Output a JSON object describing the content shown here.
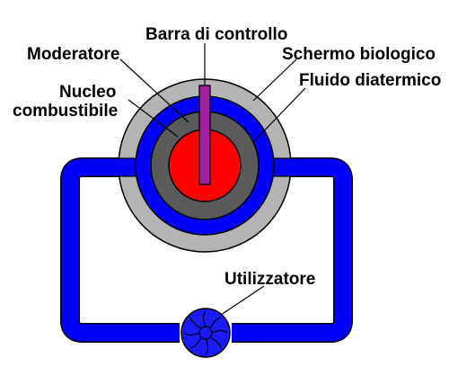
{
  "labels": {
    "control_rod": "Barra di controllo",
    "moderator": "Moderatore",
    "biological_shield": "Schermo biologico",
    "nuclear_fuel_line1": "Nucleo",
    "nuclear_fuel_line2": "combustibile",
    "heat_transfer_fluid": "Fluido diatermico",
    "user_load": "Utilizzatore"
  },
  "colors": {
    "shield": "#b4b4b4",
    "coolant": "#0000ff",
    "moderator": "#5a5a5a",
    "core": "#ff0000",
    "control_rod": "#a020a0",
    "turbine": "#1a1aff",
    "outline": "#000000"
  }
}
